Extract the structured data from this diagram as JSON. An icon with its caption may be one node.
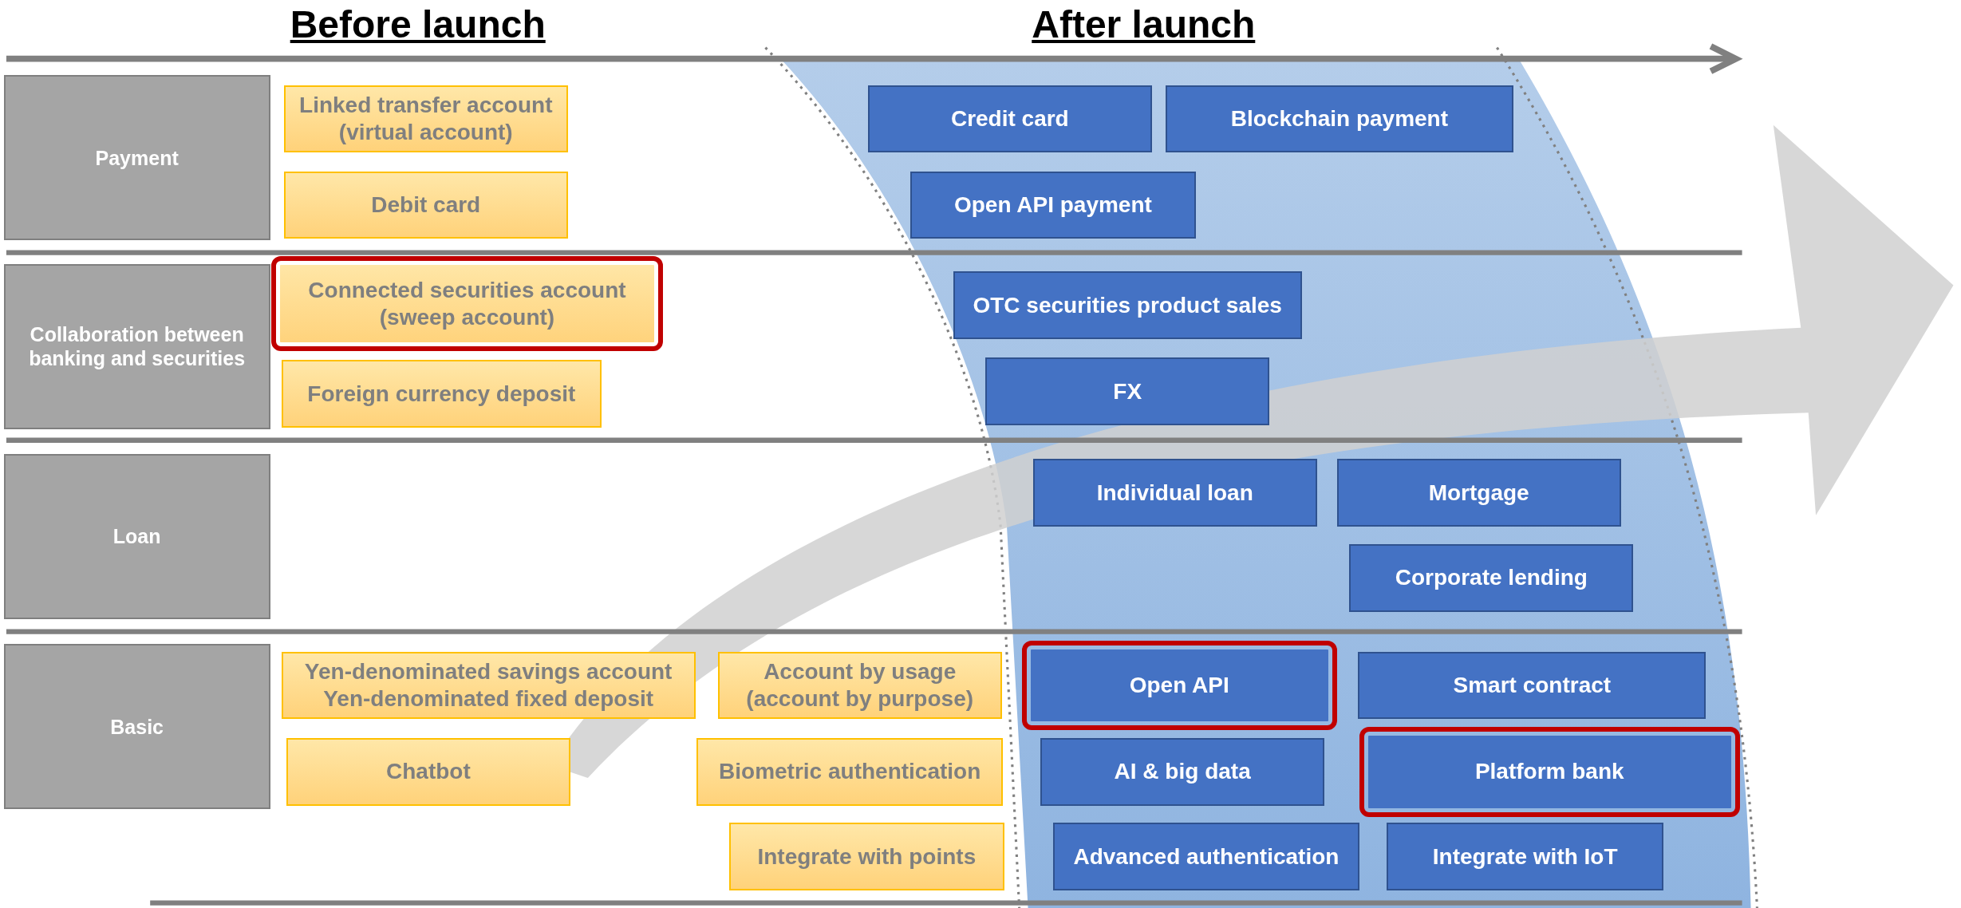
{
  "diagram": {
    "nodes": [
      {
        "text": [
          "Payment"
        ]
      },
      {
        "text": [
          "Linked transfer account (virtual account)"
        ]
      },
      {
        "text": [
          "Debit card"
        ]
      },
      {
        "text": [
          "Credit card"
        ]
      },
      {
        "text": [
          "Blockchain payment"
        ]
      },
      {
        "text": [
          "Open API payment"
        ]
      },
      {
        "text": [
          "Collaboration between banking and securities"
        ]
      },
      {
        "text": [
          "Connected securities account (sweep account)"
        ]
      },
      {
        "text": [
          "Foreign currency deposit"
        ]
      },
      {
        "text": [
          "OTC securities product sales"
        ]
      },
      {
        "text": [
          "FX"
        ]
      },
      {
        "text": [
          "Loan"
        ]
      },
      {
        "text": [
          "Individual loan"
        ]
      },
      {
        "text": [
          "Mortgage"
        ]
      },
      {
        "text": [
          "Corporate lending"
        ]
      },
      {
        "text": [
          "Basic"
        ]
      },
      {
        "text": [
          "Yen-denominated savings account Yen-denominated fixed deposit"
        ]
      },
      {
        "text": [
          "Account by usage (account by purpose)"
        ]
      },
      {
        "text": [
          "Chatbot"
        ]
      },
      {
        "text": [
          "Biometric authentication"
        ]
      },
      {
        "text": [
          "Integrate with points"
        ]
      },
      {
        "text": [
          "Open API"
        ]
      },
      {
        "text": [
          "Smart contract"
        ]
      },
      {
        "text": [
          "AI & big data"
        ]
      },
      {
        "text": [
          "Platform bank"
        ]
      },
      {
        "text": [
          "Advanced authentication"
        ]
      },
      {
        "text": [
          "Integrate with IoT"
        ]
      }
    ],
    "labels": [
      "Before launch",
      "After launch"
    ]
  }
}
